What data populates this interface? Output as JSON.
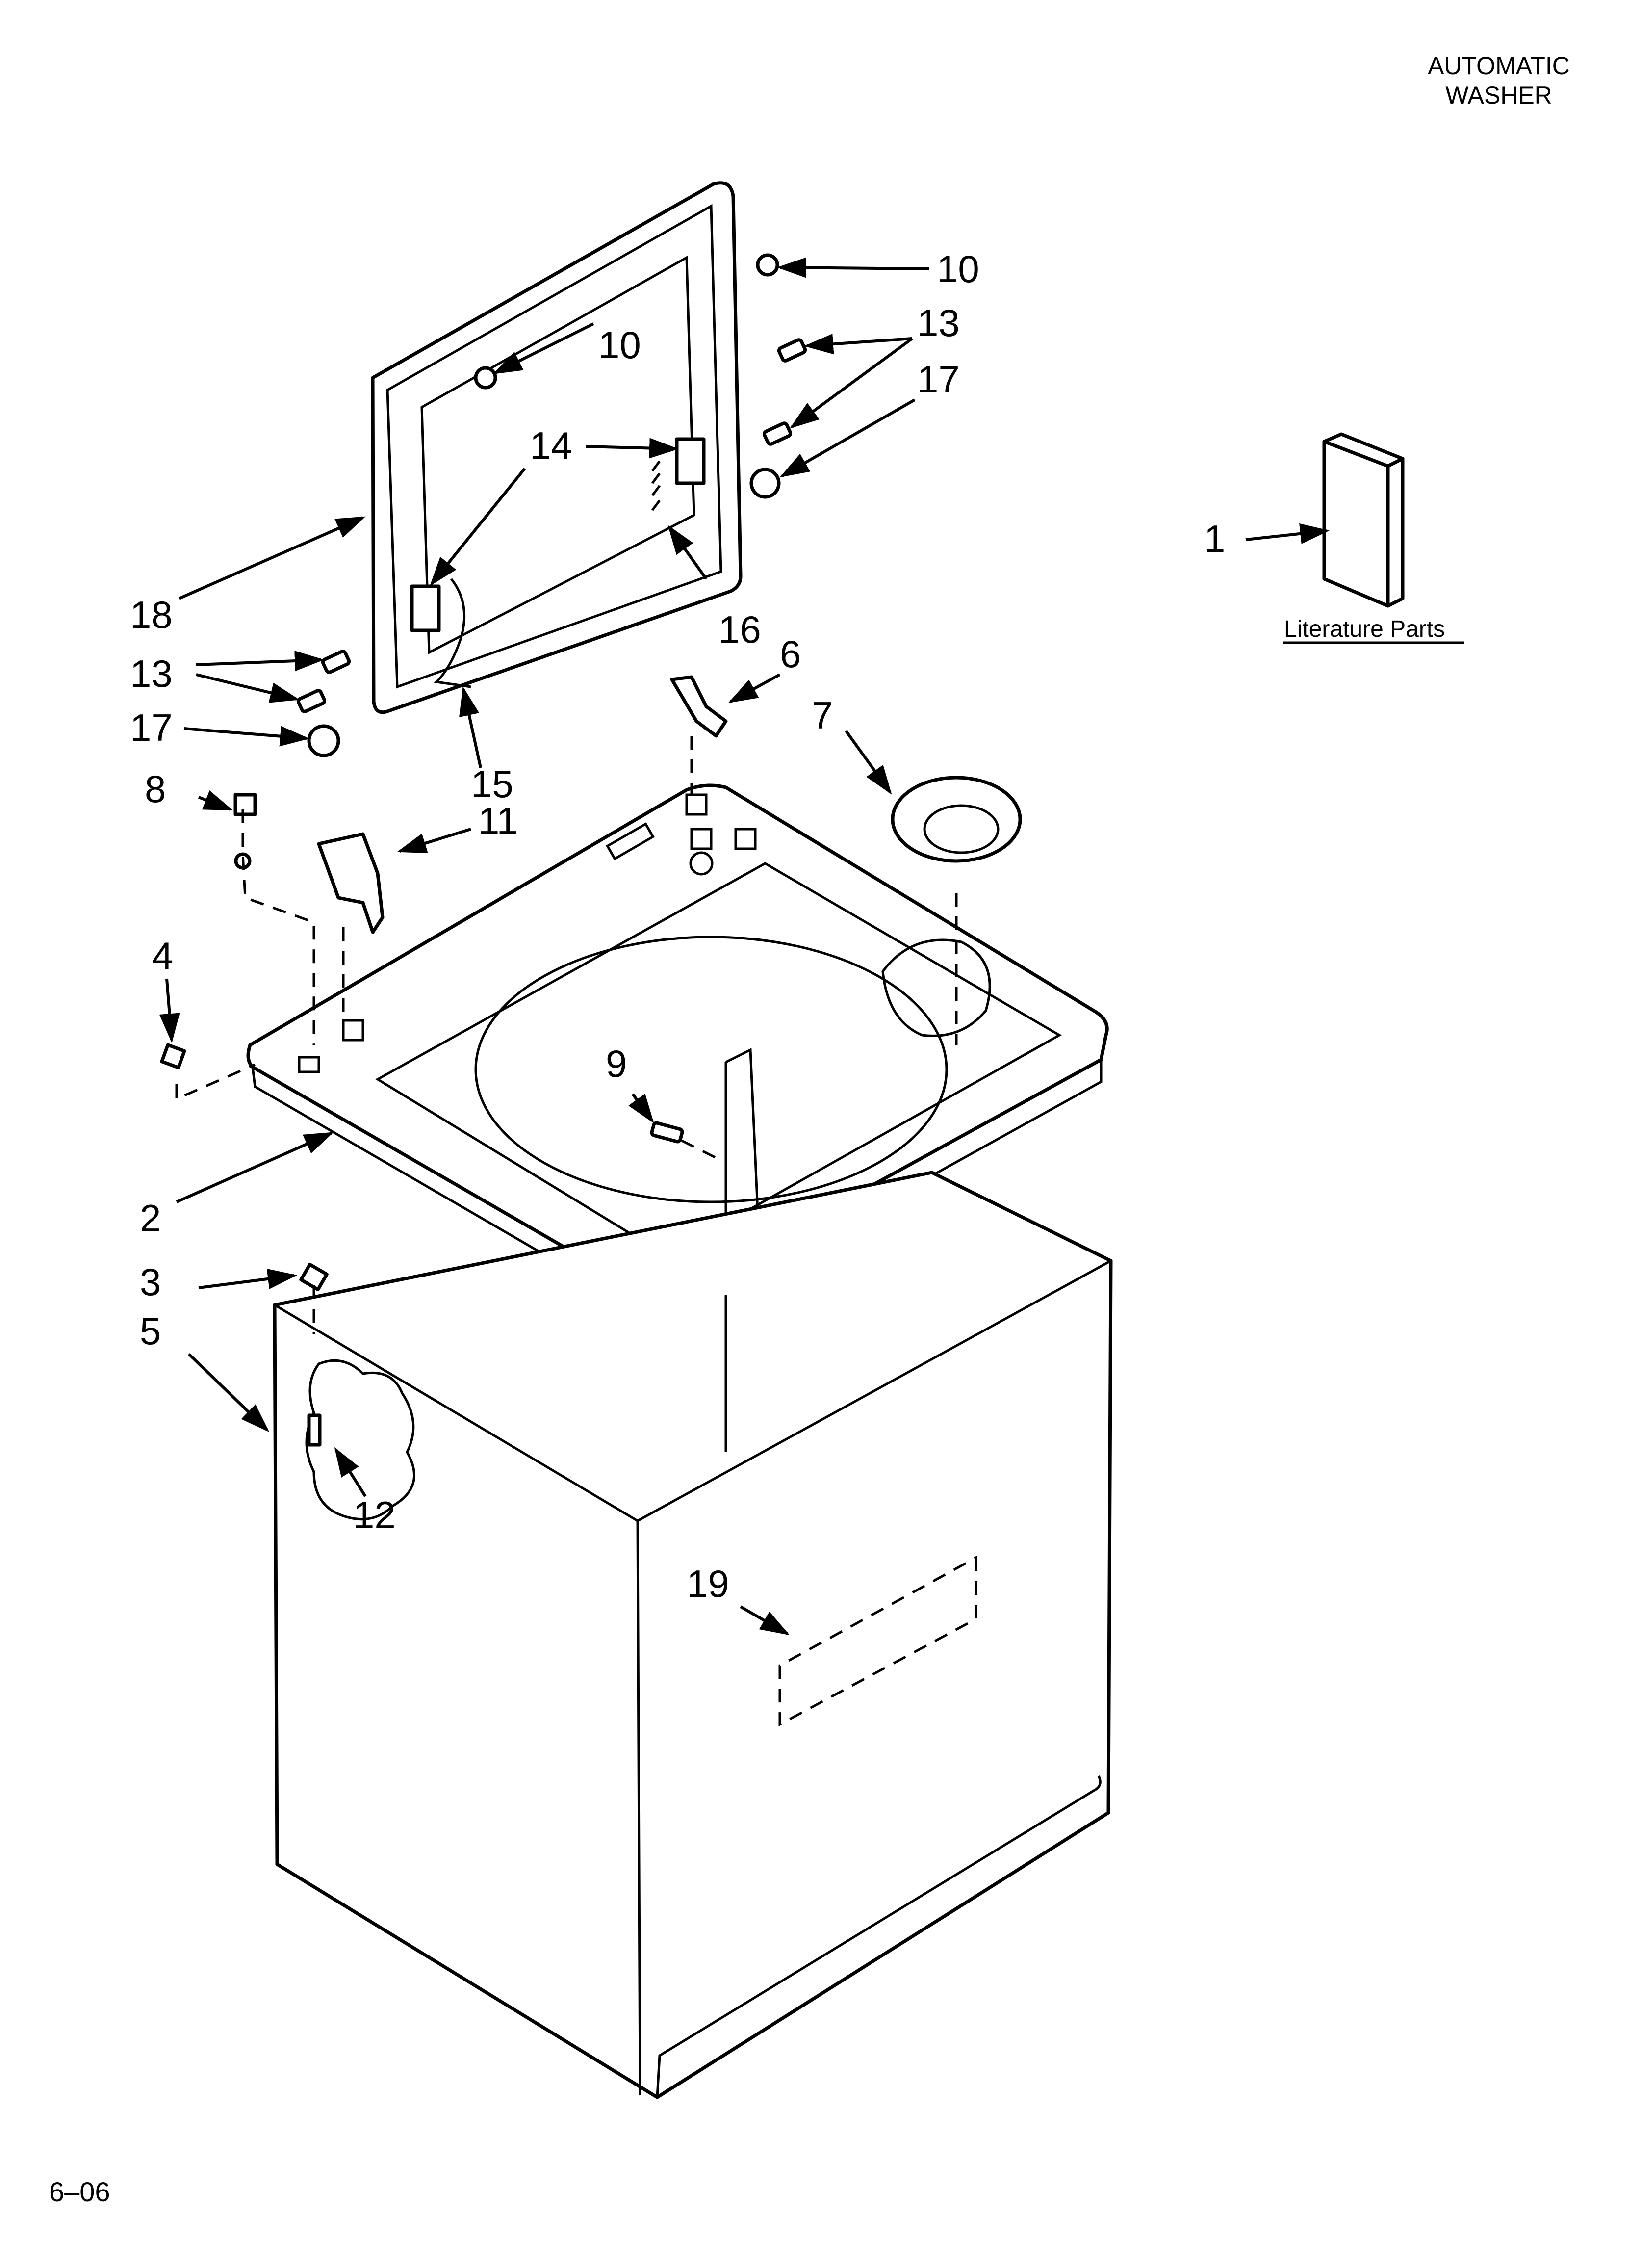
{
  "header": {
    "line1": "AUTOMATIC",
    "line2": "WASHER"
  },
  "literature_label": "Literature Parts",
  "footer": "6–06",
  "callouts": {
    "c1": "1",
    "c2": "2",
    "c3": "3",
    "c4": "4",
    "c5": "5",
    "c6": "6",
    "c7": "7",
    "c8": "8",
    "c9": "9",
    "c10a": "10",
    "c10b": "10",
    "c11": "11",
    "c12": "12",
    "c13a": "13",
    "c13b": "13",
    "c14": "14",
    "c15": "15",
    "c16": "16",
    "c17a": "17",
    "c17b": "17",
    "c18": "18",
    "c19": "19"
  }
}
